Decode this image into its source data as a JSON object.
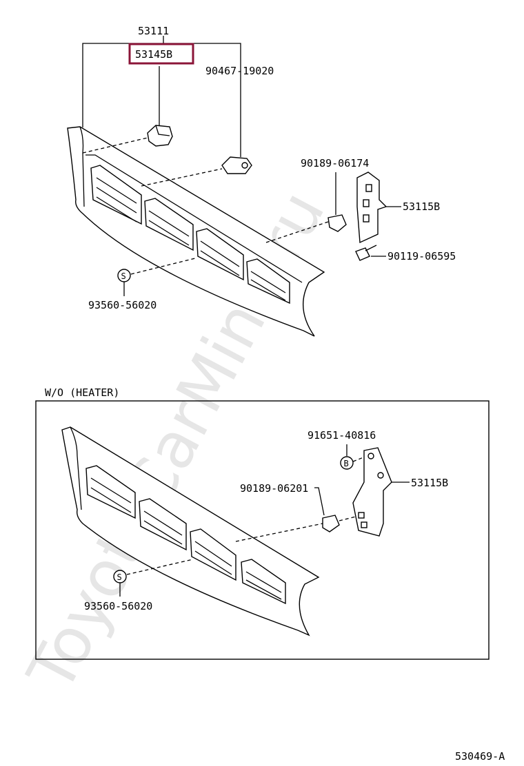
{
  "watermark": "ToyotaCarMine.ru",
  "highlight_color": "#8b1538",
  "top_diagram": {
    "assembly_part": "53111",
    "highlighted_part": "53145B",
    "parts": {
      "clip_upper": "90467-19020",
      "clip_mid": "90189-06174",
      "bracket": "53115B",
      "screw": "90119-06595",
      "nut": "93560-56020"
    },
    "symbol_s": "S"
  },
  "bottom_diagram": {
    "title": "W/O (HEATER)",
    "parts": {
      "bolt": "91651-40816",
      "bracket": "53115B",
      "clip": "90189-06201",
      "nut": "93560-56020"
    },
    "symbol_b": "B",
    "symbol_s": "S"
  },
  "figure_code": "530469-A"
}
